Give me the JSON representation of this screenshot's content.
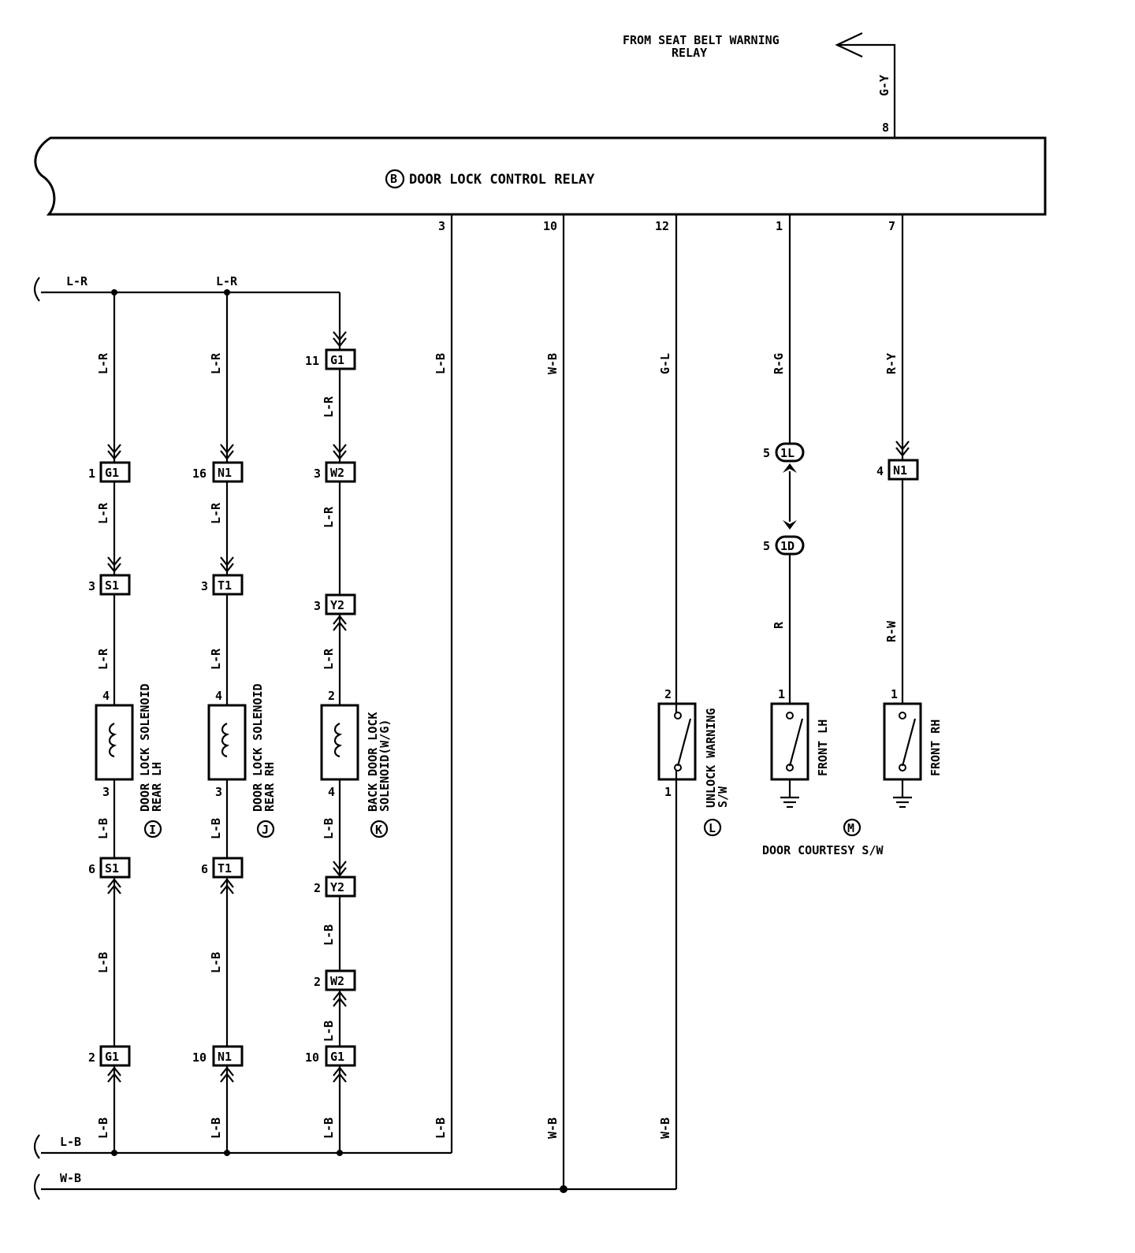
{
  "relay": {
    "title": "DOOR LOCK CONTROL RELAY",
    "badge": "B",
    "pins": {
      "p8": "8",
      "p3": "3",
      "p10": "10",
      "p12": "12",
      "p1": "1",
      "p7": "7"
    }
  },
  "source": {
    "line1": "FROM SEAT BELT WARNING",
    "line2": "RELAY",
    "wire": "G-Y"
  },
  "buses": {
    "top": "L-R",
    "top2": "L-R",
    "lb": "L-B",
    "wb": "W-B"
  },
  "wires": {
    "lr": "L-R",
    "lb": "L-B",
    "wb": "W-B",
    "gl": "G-L",
    "rg": "R-G",
    "ry": "R-Y",
    "r": "R",
    "rw": "R-W"
  },
  "connectors": {
    "g1": "G1",
    "n1": "N1",
    "w2": "W2",
    "s1": "S1",
    "t1": "T1",
    "y2": "Y2",
    "c1l": "1L",
    "c1d": "1D"
  },
  "pins": {
    "p1": "1",
    "p2": "2",
    "p3": "3",
    "p4": "4",
    "p5": "5",
    "p6": "6",
    "p10": "10",
    "p11": "11",
    "p16": "16"
  },
  "components": {
    "i": {
      "badge": "I",
      "line1": "DOOR LOCK SOLENOID",
      "line2": "REAR LH"
    },
    "j": {
      "badge": "J",
      "line1": "DOOR LOCK SOLENOID",
      "line2": "REAR RH"
    },
    "k": {
      "badge": "K",
      "line1": "BACK DOOR LOCK",
      "line2": "SOLENOID(W/G)"
    },
    "l": {
      "badge": "L",
      "line1": "UNLOCK WARNING",
      "line2": "S/W"
    },
    "m": {
      "badge": "M",
      "caption": "DOOR COURTESY S/W",
      "lh": "FRONT LH",
      "rh": "FRONT RH"
    }
  }
}
